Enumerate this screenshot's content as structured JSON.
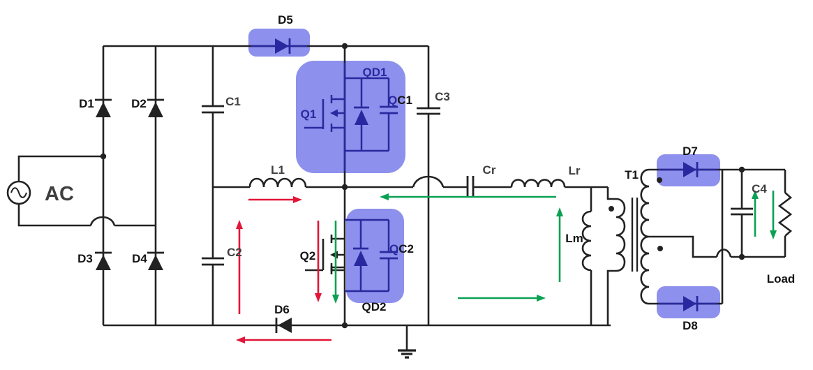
{
  "diagram_type": "power-converter-circuit-schematic",
  "colors": {
    "wire": "#222222",
    "navy": "#29299f",
    "highlight": "#8d90ec",
    "red": "#e11638",
    "green": "#0ba153",
    "label_gray": "#3f3f3f",
    "label_black": "#141414"
  },
  "labels": {
    "ac": "AC",
    "d1": "D1",
    "d2": "D2",
    "d3": "D3",
    "d4": "D4",
    "d5": "D5",
    "d6": "D6",
    "d7": "D7",
    "d8": "D8",
    "c1": "C1",
    "c2": "C2",
    "c3": "C3",
    "c4": "C4",
    "cr": "Cr",
    "lr": "Lr",
    "l1": "L1",
    "lm": "Lm",
    "t1": "T1",
    "q1": "Q1",
    "q2": "Q2",
    "qd1": "QD1",
    "qd2": "QD2",
    "qc1_q": "Q",
    "qc1_c": "C1",
    "qc2_q": "Q",
    "qc2_c": "C2",
    "load": "Load"
  },
  "annotations": {
    "highlighted_components": [
      "D5",
      "Q1 (QD1, QC1)",
      "Q2 (QD2, QC2)",
      "D7",
      "D8"
    ],
    "red_arrow_count": 4,
    "green_arrow_count": 6
  }
}
